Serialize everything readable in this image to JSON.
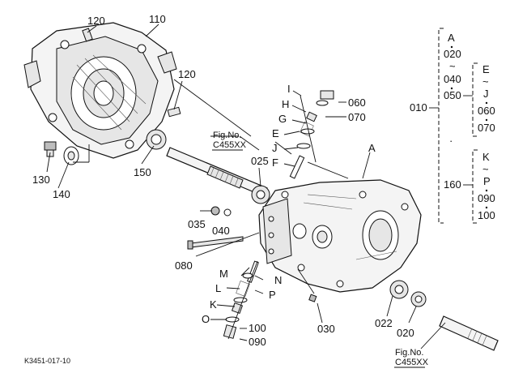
{
  "doc_code": "K3451-017-10",
  "fig_refs": {
    "upper": {
      "line1": "Fig.No.",
      "line2": "C455XX"
    },
    "lower": {
      "line1": "Fig.No.",
      "line2": "C455XX"
    }
  },
  "callouts": {
    "c120a": "120",
    "c110": "110",
    "c120b": "120",
    "c130": "130",
    "c140": "140",
    "c150": "150",
    "c025": "025",
    "c035": "035",
    "c040": "040",
    "c080": "080",
    "cI": "I",
    "cH": "H",
    "cG": "G",
    "cE": "E",
    "cJ": "J",
    "cF": "F",
    "c060": "060",
    "c070": "070",
    "cA": "A",
    "cM": "M",
    "cN": "N",
    "cL": "L",
    "cP": "P",
    "cK": "K",
    "cO": "O",
    "c100": "100",
    "c090": "090",
    "c030": "030",
    "c022": "022",
    "c020": "020"
  },
  "legend": {
    "left_label": "010",
    "left_col": [
      "A",
      "020",
      "~",
      "040",
      "050"
    ],
    "right_top": [
      "E",
      "~",
      "J",
      "060",
      "070"
    ],
    "mid_dot": "·",
    "c160": "160",
    "right_bottom": [
      "K",
      "~",
      "P",
      "090",
      "100"
    ]
  }
}
